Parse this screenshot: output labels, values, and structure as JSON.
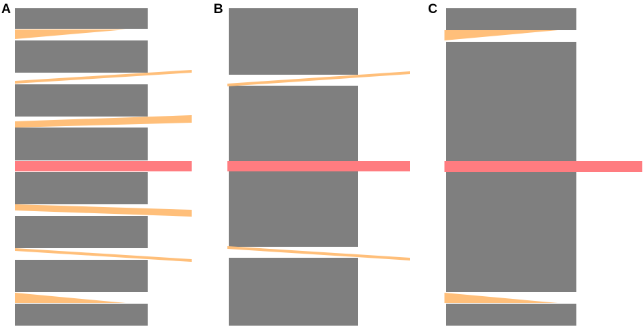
{
  "panels": [
    {
      "label": "A"
    },
    {
      "label": "B"
    },
    {
      "label": "C"
    }
  ],
  "colors": {
    "block": "#7f7f7f",
    "wedge": "#ffbf7a",
    "center_bar": "#ff7c80",
    "background": "#ffffff"
  }
}
